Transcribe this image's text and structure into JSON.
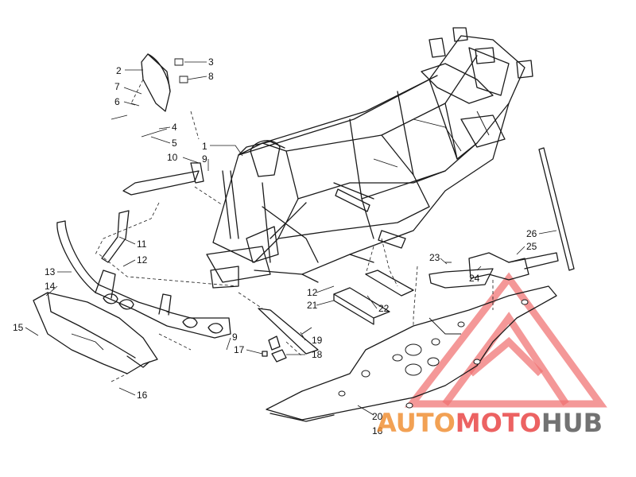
{
  "diagram": {
    "part_labels": [
      "1",
      "2",
      "3",
      "4",
      "5",
      "6",
      "7",
      "8",
      "9",
      "10",
      "11",
      "12",
      "13",
      "14",
      "15",
      "16",
      "17",
      "18",
      "19",
      "12",
      "21",
      "22",
      "23",
      "24",
      "25",
      "26",
      "9",
      "16",
      "20",
      "16"
    ],
    "watermark": {
      "part_a": "AUTO",
      "part_b": "MOTO",
      "part_c": "HUB",
      "color_a": "#f08a2a",
      "color_b": "#e83b3b",
      "color_c": "#5a5a5a",
      "logo_color": "#f07070"
    }
  }
}
